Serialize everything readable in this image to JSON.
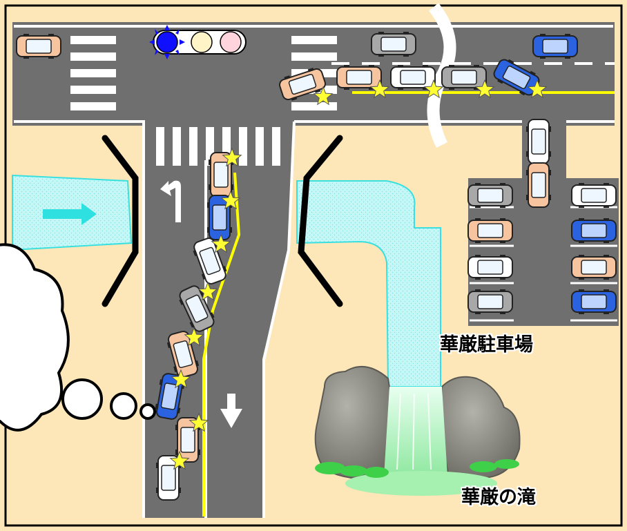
{
  "labels": {
    "parking": "華厳駐車場",
    "waterfall": "華厳の滝"
  },
  "colors": {
    "background": "#fde6b8",
    "road": "#6f6f6f",
    "lane_marking": "#ffff00",
    "river": "#c6f7f7",
    "river_edge": "#39e0e0",
    "flow_arrow": "#2ee0e0",
    "rock": "#8a8a84",
    "falls": "#a6f0b0",
    "signal_blue": "#1010ff",
    "signal_yellow": "#fff4c8",
    "signal_red": "#ffd4dc",
    "border": "#000000"
  },
  "traffic_signal": {
    "lit": "blue"
  }
}
